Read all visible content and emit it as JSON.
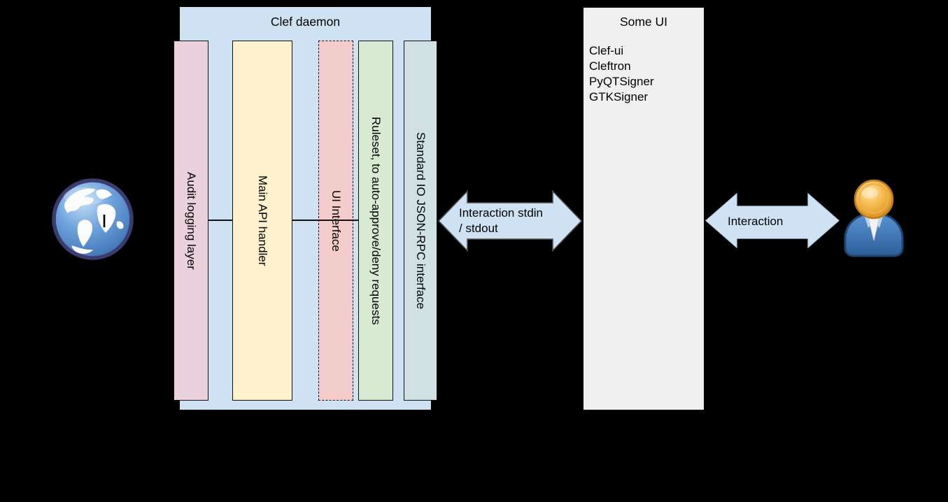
{
  "diagram": {
    "clef_daemon": {
      "title": "Clef daemon",
      "columns": [
        {
          "label": "Audit logging layer",
          "color": "#ead1dc",
          "border": "solid"
        },
        {
          "label": "Main API handler",
          "color": "#fff2cc",
          "border": "solid"
        },
        {
          "label": "UI Interface",
          "color": "#f4cccc",
          "border": "dashed"
        },
        {
          "label": "Ruleset, to auto-approve/deny requests",
          "color": "#d9ead3",
          "border": "solid"
        },
        {
          "label": "Standard IO JSON-RPC interface",
          "color": "#d0e0e3",
          "border": "solid"
        }
      ]
    },
    "some_ui": {
      "title": "Some UI",
      "items": [
        "Clef-ui",
        "Cleftron",
        "PyQTSigner",
        "GTKSigner"
      ]
    },
    "arrows": {
      "stdio": {
        "line1": "Interaction stdin",
        "line2": "/ stdout"
      },
      "user": {
        "label": "Interaction"
      }
    },
    "icons": {
      "left": "globe-icon",
      "right": "user-icon"
    },
    "palette": {
      "background": "#000000",
      "container_blue": "#cfe2f3",
      "audit_pink": "#ead1dc",
      "api_yellow": "#fff2cc",
      "ui_red": "#f4cccc",
      "ruleset_green": "#d9ead3",
      "stdio_cyan": "#d0e0e3",
      "some_ui_gray": "#f0f0f0",
      "arrow_fill": "#cfe2f3",
      "arrow_border_dark": "#4d4d4d",
      "text": "#000000"
    }
  }
}
